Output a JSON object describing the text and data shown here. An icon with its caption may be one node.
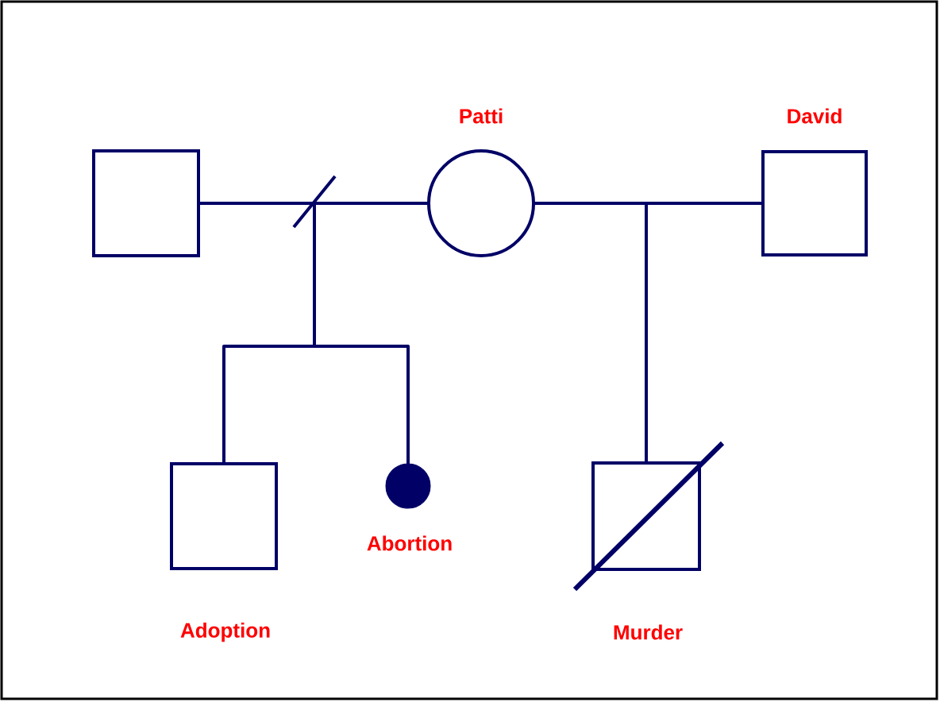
{
  "diagram": {
    "nodes": [
      {
        "text": [],
        "shape": "box"
      },
      {
        "text": [
          "Patti"
        ]
      },
      {
        "text": [
          "David"
        ]
      },
      {
        "text": [
          "Adoption"
        ]
      },
      {
        "text": [
          "Abortion"
        ]
      },
      {
        "text": [
          "Murder"
        ]
      }
    ],
    "edges": [
      {
        "from": 0,
        "to": 1,
        "arrow": "none"
      },
      {
        "from": 1,
        "to": 2,
        "arrow": "none"
      },
      {
        "from": 0,
        "to": 3,
        "arrow": "none"
      },
      {
        "from": 1,
        "to": 3,
        "arrow": "none"
      },
      {
        "from": 0,
        "to": 4,
        "arrow": "none"
      },
      {
        "from": 1,
        "to": 4,
        "arrow": "none"
      },
      {
        "from": 1,
        "to": 5,
        "arrow": "none"
      },
      {
        "from": 2,
        "to": 5,
        "arrow": "none"
      }
    ]
  }
}
